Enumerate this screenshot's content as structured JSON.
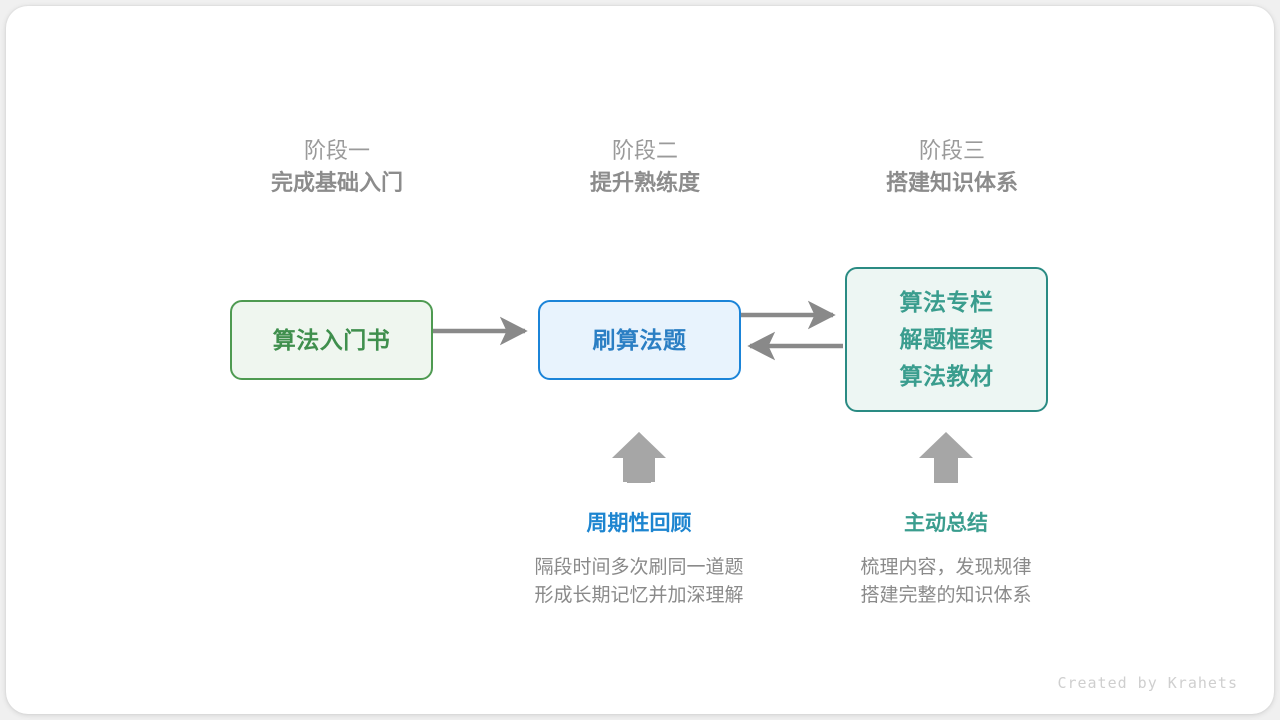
{
  "canvas": {
    "background": "#ffffff",
    "page_background": "#f0f0f0"
  },
  "stages": [
    {
      "sub": "阶段一",
      "title": "完成基础入门"
    },
    {
      "sub": "阶段二",
      "title": "提升熟练度"
    },
    {
      "sub": "阶段三",
      "title": "搭建知识体系"
    }
  ],
  "nodes": [
    {
      "id": "intro-book",
      "lines": [
        "算法入门书"
      ],
      "border_color": "#4e9a51",
      "fill_color": "#eff6ef",
      "text_color": "#3f8f4d"
    },
    {
      "id": "practice-problems",
      "lines": [
        "刷算法题"
      ],
      "border_color": "#1b84d8",
      "fill_color": "#e8f3fd",
      "text_color": "#2b7fc4"
    },
    {
      "id": "knowledge-resources",
      "lines": [
        "算法专栏",
        "解题框架",
        "算法教材"
      ],
      "border_color": "#2a8b83",
      "fill_color": "#edf6f3",
      "text_color": "#3a9d8e"
    }
  ],
  "arrows": {
    "color": "#898989",
    "items": [
      {
        "name": "arrow-book-to-practice",
        "direction": "right"
      },
      {
        "name": "arrow-practice-to-resources",
        "direction": "right"
      },
      {
        "name": "arrow-resources-to-practice",
        "direction": "left"
      },
      {
        "name": "arrow-review-up",
        "direction": "up"
      },
      {
        "name": "arrow-summary-up",
        "direction": "up"
      }
    ]
  },
  "notes": [
    {
      "id": "periodic-review",
      "title": "周期性回顾",
      "title_color": "#1d85d0",
      "body_line1": "隔段时间多次刷同一道题",
      "body_line2": "形成长期记忆并加深理解"
    },
    {
      "id": "active-summary",
      "title": "主动总结",
      "title_color": "#3a9d8e",
      "body_line1": "梳理内容，发现规律",
      "body_line2": "搭建完整的知识体系"
    }
  ],
  "credit": "Created by Krahets"
}
